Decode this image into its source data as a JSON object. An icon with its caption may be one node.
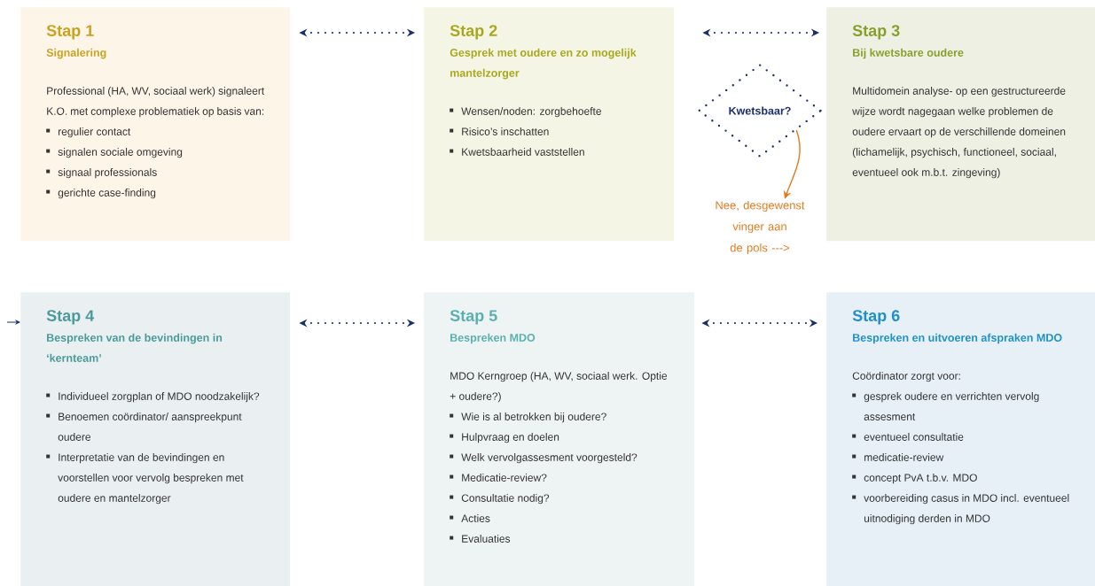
{
  "diagram": {
    "nodes": [
      {
        "text": [
          "Stap 1",
          "Signalering",
          "Professional (HA, WV, sociaal werk) signaleert K.O. met complexe problematiek op basis van:",
          "regulier contact",
          "signalen sociale omgeving",
          "signaal professionals",
          "gerichte case-finding"
        ]
      },
      {
        "text": [
          "Stap 2",
          "Gesprek met oudere en zo mogelijk mantelzorger",
          "Wensen/noden: zorgbehoefte",
          "Risico’s inschatten",
          "Kwetsbaarheid vaststellen"
        ]
      },
      {
        "text": [
          "Stap 3",
          "Bij kwetsbare oudere",
          "Multidomein analyse- op een gestructureerde wijze wordt nagegaan welke problemen de oudere ervaart op de verschillende domeinen (lichamelijk, psychisch, functioneel, sociaal, eventueel ook m.b.t. zingeving)"
        ]
      },
      {
        "text": [
          "Kwetsbaar?"
        ]
      },
      {
        "text": [
          "Stap 4",
          "Bespreken van de bevindingen in ‘kernteam’",
          "Individueel zorgplan of MDO noodzakelijk?",
          "Benoemen coördinator/ aanspreekpunt oudere",
          "Interpretatie van de bevindingen en voorstellen voor vervolg bespreken met oudere en mantelzorger"
        ]
      },
      {
        "text": [
          "Stap 5",
          "Bespreken MDO",
          "MDO Kerngroep (HA, WV, sociaal werk. Optie + oudere?)",
          "Wie is al betrokken bij oudere?",
          "Hulpvraag en doelen",
          "Welk vervolgassesment voorgesteld?",
          "Medicatie-review?",
          "Consultatie nodig?",
          "Acties",
          "Evaluaties"
        ]
      },
      {
        "text": [
          "Stap 6",
          "Bespreken en uitvoeren afspraken MDO",
          "Coördinator zorgt voor:",
          "gesprek oudere en verrichten vervolg assesment",
          "eventueel consultatie",
          "medicatie-review",
          "concept PvA t.b.v. MDO",
          "voorbereiding casus in MDO incl. eventueel uitnodiging derden in MDO"
        ]
      },
      {
        "text": [
          "Nee, desgewenst vinger aan de pols --->"
        ]
      }
    ],
    "edges": [
      {
        "from": 0,
        "to": 1,
        "arrow": "both",
        "style": "dashed"
      },
      {
        "from": 1,
        "to": 2,
        "arrow": "both",
        "style": "dashed"
      },
      {
        "from": 3,
        "to": 7,
        "arrow": "to",
        "color": "#e07b20"
      },
      {
        "from": null,
        "to": 4,
        "arrow": "to"
      },
      {
        "from": 4,
        "to": 5,
        "arrow": "both",
        "style": "dashed"
      },
      {
        "from": 5,
        "to": 6,
        "arrow": "both",
        "style": "dashed"
      }
    ]
  }
}
